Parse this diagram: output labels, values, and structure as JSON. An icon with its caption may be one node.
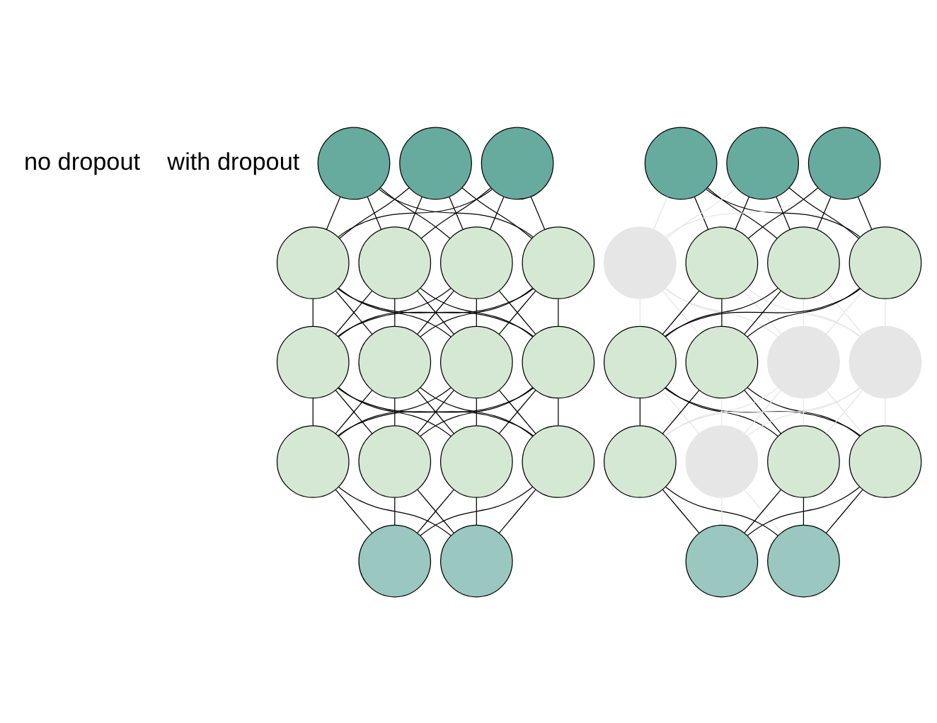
{
  "diagram": {
    "nodes": [
      {
        "text": [],
        "shape": "circle"
      },
      {
        "text": [],
        "shape": "circle"
      },
      {
        "text": [],
        "shape": "circle"
      },
      {
        "text": [],
        "shape": "circle"
      },
      {
        "text": [],
        "shape": "circle"
      },
      {
        "text": [],
        "shape": "circle"
      },
      {
        "text": [],
        "shape": "circle"
      },
      {
        "text": [],
        "shape": "circle"
      },
      {
        "text": [],
        "shape": "circle"
      },
      {
        "text": [],
        "shape": "circle"
      },
      {
        "text": [],
        "shape": "circle"
      },
      {
        "text": [],
        "shape": "circle"
      },
      {
        "text": [],
        "shape": "circle"
      },
      {
        "text": [],
        "shape": "circle"
      },
      {
        "text": [],
        "shape": "circle"
      },
      {
        "text": [],
        "shape": "circle"
      },
      {
        "text": [],
        "shape": "circle"
      },
      {
        "text": [],
        "shape": "circle"
      },
      {
        "text": [],
        "shape": "circle"
      },
      {
        "text": [],
        "shape": "circle"
      },
      {
        "text": [],
        "shape": "circle"
      },
      {
        "text": [],
        "shape": "circle"
      },
      {
        "text": [],
        "shape": "circle"
      },
      {
        "text": [],
        "shape": "circle"
      },
      {
        "text": [],
        "shape": "circle"
      },
      {
        "text": [],
        "shape": "circle"
      },
      {
        "text": [],
        "shape": "circle"
      },
      {
        "text": [],
        "shape": "circle"
      },
      {
        "text": [],
        "shape": "circle"
      },
      {
        "text": [],
        "shape": "circle"
      },
      {
        "text": [],
        "shape": "circle"
      },
      {
        "text": [],
        "shape": "circle"
      },
      {
        "text": [],
        "shape": "circle"
      },
      {
        "text": [],
        "shape": "circle"
      }
    ],
    "edges": [
      {
        "from": 0,
        "to": 3,
        "arrow": "none"
      },
      {
        "from": 0,
        "to": 4,
        "arrow": "none"
      },
      {
        "from": 0,
        "to": 5,
        "arrow": "none"
      },
      {
        "from": 0,
        "to": 6,
        "arrow": "none"
      },
      {
        "from": 1,
        "to": 3,
        "arrow": "none"
      },
      {
        "from": 1,
        "to": 4,
        "arrow": "none"
      },
      {
        "from": 1,
        "to": 5,
        "arrow": "none"
      },
      {
        "from": 1,
        "to": 6,
        "arrow": "none"
      },
      {
        "from": 2,
        "to": 3,
        "arrow": "none"
      },
      {
        "from": 2,
        "to": 4,
        "arrow": "none"
      },
      {
        "from": 2,
        "to": 5,
        "arrow": "none"
      },
      {
        "from": 2,
        "to": 6,
        "arrow": "none"
      },
      {
        "from": 3,
        "to": 7,
        "arrow": "none"
      },
      {
        "from": 3,
        "to": 8,
        "arrow": "none"
      },
      {
        "from": 3,
        "to": 9,
        "arrow": "none"
      },
      {
        "from": 3,
        "to": 10,
        "arrow": "none"
      },
      {
        "from": 4,
        "to": 7,
        "arrow": "none"
      },
      {
        "from": 4,
        "to": 8,
        "arrow": "none"
      },
      {
        "from": 4,
        "to": 9,
        "arrow": "none"
      },
      {
        "from": 4,
        "to": 10,
        "arrow": "none"
      },
      {
        "from": 5,
        "to": 7,
        "arrow": "none"
      },
      {
        "from": 5,
        "to": 8,
        "arrow": "none"
      },
      {
        "from": 5,
        "to": 9,
        "arrow": "none"
      },
      {
        "from": 5,
        "to": 10,
        "arrow": "none"
      },
      {
        "from": 6,
        "to": 7,
        "arrow": "none"
      },
      {
        "from": 6,
        "to": 8,
        "arrow": "none"
      },
      {
        "from": 6,
        "to": 9,
        "arrow": "none"
      },
      {
        "from": 6,
        "to": 10,
        "arrow": "none"
      },
      {
        "from": 7,
        "to": 11,
        "arrow": "none"
      },
      {
        "from": 7,
        "to": 12,
        "arrow": "none"
      },
      {
        "from": 7,
        "to": 13,
        "arrow": "none"
      },
      {
        "from": 7,
        "to": 14,
        "arrow": "none"
      },
      {
        "from": 8,
        "to": 11,
        "arrow": "none"
      },
      {
        "from": 8,
        "to": 12,
        "arrow": "none"
      },
      {
        "from": 8,
        "to": 13,
        "arrow": "none"
      },
      {
        "from": 8,
        "to": 14,
        "arrow": "none"
      },
      {
        "from": 9,
        "to": 11,
        "arrow": "none"
      },
      {
        "from": 9,
        "to": 12,
        "arrow": "none"
      },
      {
        "from": 9,
        "to": 13,
        "arrow": "none"
      },
      {
        "from": 9,
        "to": 14,
        "arrow": "none"
      },
      {
        "from": 10,
        "to": 11,
        "arrow": "none"
      },
      {
        "from": 10,
        "to": 12,
        "arrow": "none"
      },
      {
        "from": 10,
        "to": 13,
        "arrow": "none"
      },
      {
        "from": 10,
        "to": 14,
        "arrow": "none"
      },
      {
        "from": 11,
        "to": 15,
        "arrow": "none"
      },
      {
        "from": 11,
        "to": 16,
        "arrow": "none"
      },
      {
        "from": 12,
        "to": 15,
        "arrow": "none"
      },
      {
        "from": 12,
        "to": 16,
        "arrow": "none"
      },
      {
        "from": 13,
        "to": 15,
        "arrow": "none"
      },
      {
        "from": 13,
        "to": 16,
        "arrow": "none"
      },
      {
        "from": 14,
        "to": 15,
        "arrow": "none"
      },
      {
        "from": 14,
        "to": 16,
        "arrow": "none"
      },
      {
        "from": 17,
        "to": 20,
        "arrow": "none",
        "color": "#e6e6e6"
      },
      {
        "from": 17,
        "to": 21,
        "arrow": "none"
      },
      {
        "from": 17,
        "to": 22,
        "arrow": "none"
      },
      {
        "from": 17,
        "to": 23,
        "arrow": "none"
      },
      {
        "from": 18,
        "to": 20,
        "arrow": "none",
        "color": "#e6e6e6"
      },
      {
        "from": 18,
        "to": 21,
        "arrow": "none"
      },
      {
        "from": 18,
        "to": 22,
        "arrow": "none"
      },
      {
        "from": 18,
        "to": 23,
        "arrow": "none"
      },
      {
        "from": 19,
        "to": 20,
        "arrow": "none",
        "color": "#e6e6e6"
      },
      {
        "from": 19,
        "to": 21,
        "arrow": "none"
      },
      {
        "from": 19,
        "to": 22,
        "arrow": "none"
      },
      {
        "from": 19,
        "to": 23,
        "arrow": "none"
      },
      {
        "from": 20,
        "to": 24,
        "arrow": "none",
        "color": "#e6e6e6"
      },
      {
        "from": 20,
        "to": 25,
        "arrow": "none",
        "color": "#e6e6e6"
      },
      {
        "from": 20,
        "to": 26,
        "arrow": "none",
        "color": "#e6e6e6"
      },
      {
        "from": 20,
        "to": 27,
        "arrow": "none",
        "color": "#e6e6e6"
      },
      {
        "from": 21,
        "to": 24,
        "arrow": "none"
      },
      {
        "from": 21,
        "to": 25,
        "arrow": "none"
      },
      {
        "from": 21,
        "to": 26,
        "arrow": "none",
        "color": "#e6e6e6"
      },
      {
        "from": 21,
        "to": 27,
        "arrow": "none",
        "color": "#e6e6e6"
      },
      {
        "from": 22,
        "to": 24,
        "arrow": "none"
      },
      {
        "from": 22,
        "to": 25,
        "arrow": "none"
      },
      {
        "from": 22,
        "to": 26,
        "arrow": "none",
        "color": "#e6e6e6"
      },
      {
        "from": 22,
        "to": 27,
        "arrow": "none",
        "color": "#e6e6e6"
      },
      {
        "from": 23,
        "to": 24,
        "arrow": "none"
      },
      {
        "from": 23,
        "to": 25,
        "arrow": "none"
      },
      {
        "from": 23,
        "to": 26,
        "arrow": "none",
        "color": "#e6e6e6"
      },
      {
        "from": 23,
        "to": 27,
        "arrow": "none",
        "color": "#e6e6e6"
      },
      {
        "from": 24,
        "to": 28,
        "arrow": "none"
      },
      {
        "from": 24,
        "to": 29,
        "arrow": "none",
        "color": "#e6e6e6"
      },
      {
        "from": 24,
        "to": 30,
        "arrow": "none"
      },
      {
        "from": 24,
        "to": 31,
        "arrow": "none"
      },
      {
        "from": 25,
        "to": 28,
        "arrow": "none"
      },
      {
        "from": 25,
        "to": 29,
        "arrow": "none",
        "color": "#e6e6e6"
      },
      {
        "from": 25,
        "to": 30,
        "arrow": "none"
      },
      {
        "from": 25,
        "to": 31,
        "arrow": "none"
      },
      {
        "from": 26,
        "to": 28,
        "arrow": "none",
        "color": "#e6e6e6"
      },
      {
        "from": 26,
        "to": 29,
        "arrow": "none",
        "color": "#e6e6e6"
      },
      {
        "from": 26,
        "to": 30,
        "arrow": "none",
        "color": "#e6e6e6"
      },
      {
        "from": 26,
        "to": 31,
        "arrow": "none",
        "color": "#e6e6e6"
      },
      {
        "from": 27,
        "to": 28,
        "arrow": "none",
        "color": "#e6e6e6"
      },
      {
        "from": 27,
        "to": 29,
        "arrow": "none",
        "color": "#e6e6e6"
      },
      {
        "from": 27,
        "to": 30,
        "arrow": "none",
        "color": "#e6e6e6"
      },
      {
        "from": 27,
        "to": 31,
        "arrow": "none",
        "color": "#e6e6e6"
      },
      {
        "from": 28,
        "to": 32,
        "arrow": "none"
      },
      {
        "from": 28,
        "to": 33,
        "arrow": "none"
      },
      {
        "from": 29,
        "to": 32,
        "arrow": "none",
        "color": "#e6e6e6"
      },
      {
        "from": 29,
        "to": 33,
        "arrow": "none",
        "color": "#e6e6e6"
      },
      {
        "from": 30,
        "to": 32,
        "arrow": "none"
      },
      {
        "from": 30,
        "to": 33,
        "arrow": "none"
      },
      {
        "from": 31,
        "to": 32,
        "arrow": "none"
      },
      {
        "from": 31,
        "to": 33,
        "arrow": "none"
      }
    ],
    "labels": [
      "no dropout",
      "with dropout"
    ]
  }
}
